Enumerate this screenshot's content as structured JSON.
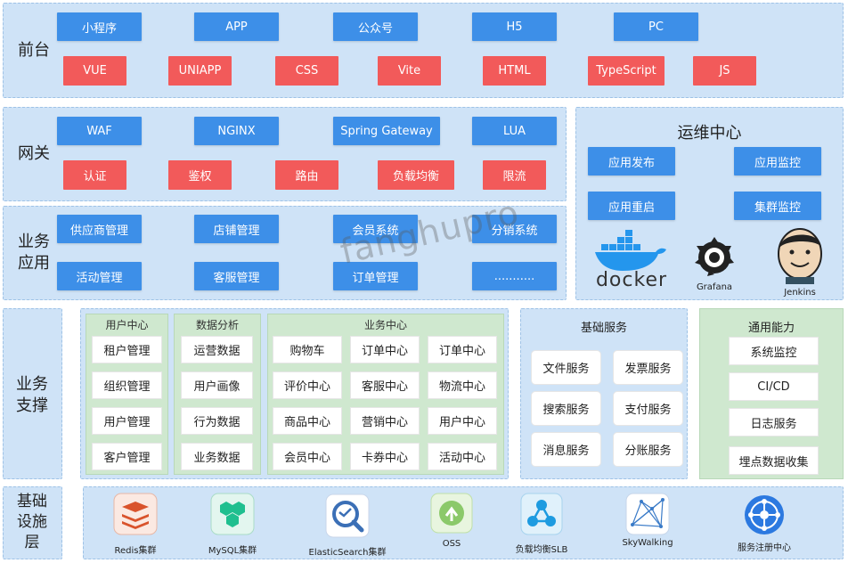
{
  "frontend": {
    "label": "前台",
    "row1": [
      "小程序",
      "APP",
      "公众号",
      "H5",
      "PC"
    ],
    "row2": [
      "VUE",
      "UNIAPP",
      "CSS",
      "Vite",
      "HTML",
      "TypeScript",
      "JS"
    ]
  },
  "gateway": {
    "label": "网关",
    "row1": [
      "WAF",
      "NGINX",
      "Spring Gateway",
      "LUA"
    ],
    "row2": [
      "认证",
      "鉴权",
      "路由",
      "负载均衡",
      "限流"
    ]
  },
  "business_app": {
    "label_line1": "业务",
    "label_line2": "应用",
    "row1": [
      "供应商管理",
      "店铺管理",
      "会员系统",
      "分销系统"
    ],
    "row2": [
      "活动管理",
      "客服管理",
      "订单管理",
      "..........."
    ]
  },
  "ops": {
    "title": "运维中心",
    "buttons": [
      "应用发布",
      "应用监控",
      "应用重启",
      "集群监控"
    ],
    "logos": [
      {
        "name": "docker",
        "icon": "docker-whale-icon",
        "text": "docker"
      },
      {
        "name": "Grafana",
        "icon": "grafana-icon"
      },
      {
        "name": "Jenkins",
        "icon": "jenkins-icon"
      }
    ]
  },
  "support": {
    "label_line1": "业务",
    "label_line2": "支撑",
    "user_center": {
      "title": "用户中心",
      "items": [
        "租户管理",
        "组织管理",
        "用户管理",
        "客户管理"
      ]
    },
    "data_analysis": {
      "title": "数据分析",
      "items": [
        "运营数据",
        "用户画像",
        "行为数据",
        "业务数据"
      ]
    },
    "business_center": {
      "title": "业务中心",
      "items": [
        "购物车",
        "订单中心",
        "订单中心",
        "评价中心",
        "客服中心",
        "物流中心",
        "商品中心",
        "营销中心",
        "用户中心",
        "会员中心",
        "卡券中心",
        "活动中心"
      ]
    },
    "basic_services": {
      "title": "基础服务",
      "items": [
        "文件服务",
        "发票服务",
        "搜索服务",
        "支付服务",
        "消息服务",
        "分账服务"
      ]
    },
    "common": {
      "title": "通用能力",
      "items": [
        "系统监控",
        "CI/CD",
        "日志服务",
        "埋点数据收集"
      ]
    }
  },
  "infra": {
    "label_line1": "基础",
    "label_line2": "设施",
    "label_line3": "层",
    "items": [
      {
        "label": "Redis集群",
        "icon": "redis-icon"
      },
      {
        "label": "MySQL集群",
        "icon": "mysql-icon"
      },
      {
        "label": "ElasticSearch集群",
        "icon": "elasticsearch-icon"
      },
      {
        "label": "OSS",
        "icon": "oss-icon"
      },
      {
        "label": "负载均衡SLB",
        "icon": "slb-icon"
      },
      {
        "label": "SkyWalking",
        "icon": "skywalking-icon"
      },
      {
        "label": "服务注册中心",
        "icon": "service-registry-icon"
      }
    ]
  },
  "watermark": "fanghupro"
}
